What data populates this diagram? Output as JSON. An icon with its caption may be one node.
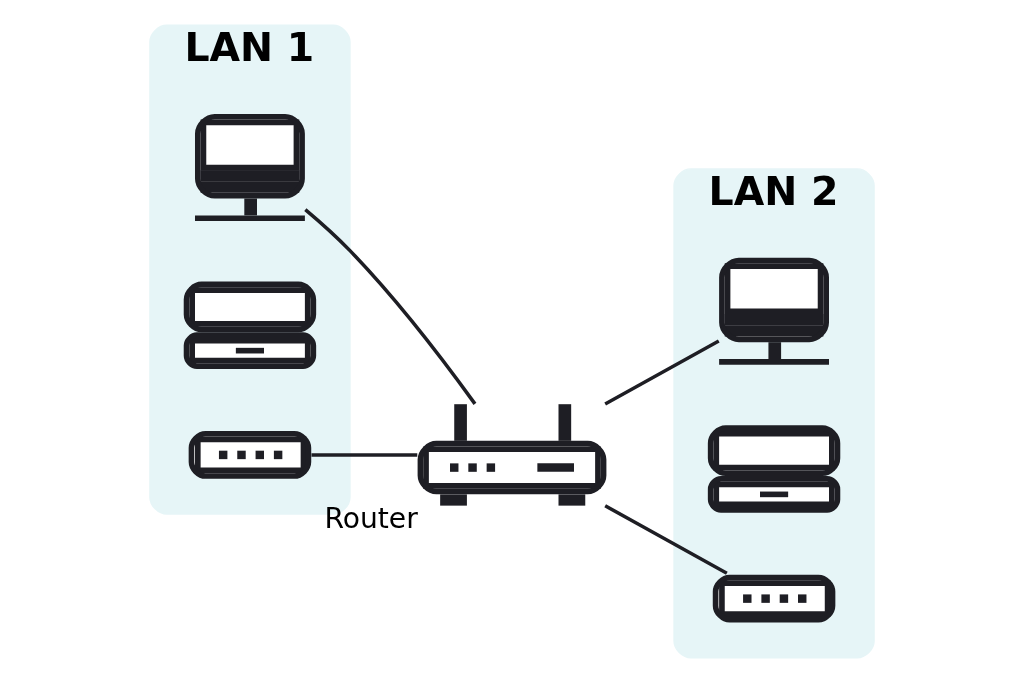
{
  "diagram": {
    "nodes": [
      {
        "text": [
          "LAN 1"
        ]
      },
      {
        "text": [],
        "shape": "picture",
        "in": 0
      },
      {
        "text": [],
        "shape": "picture",
        "in": 0
      },
      {
        "text": [],
        "shape": "picture",
        "in": 0
      },
      {
        "text": [
          "LAN 2"
        ]
      },
      {
        "text": [],
        "shape": "picture",
        "in": 4
      },
      {
        "text": [],
        "shape": "picture",
        "in": 4
      },
      {
        "text": [],
        "shape": "picture",
        "in": 4
      },
      {
        "text": [],
        "shape": "picture",
        "beside": [
          "Router"
        ]
      }
    ],
    "edges": [
      {
        "from": 1,
        "to": 8,
        "arrow": "none"
      },
      {
        "from": 3,
        "to": 8,
        "arrow": "none"
      },
      {
        "from": 8,
        "to": 5,
        "arrow": "none"
      },
      {
        "from": 8,
        "to": 7,
        "arrow": "none"
      }
    ]
  }
}
